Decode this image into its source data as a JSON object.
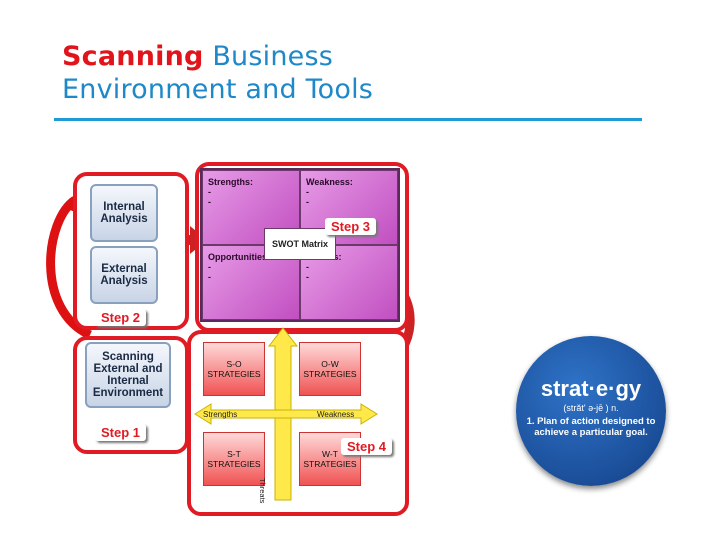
{
  "title": {
    "line1_red": "Scanning",
    "line1_blue": "Business",
    "line2": "Environment and Tools"
  },
  "diagram": {
    "internal_analysis": "Internal Analysis",
    "external_analysis": "External Analysis",
    "scanning": "Scanning External and Internal Environment",
    "step1": "Step 1",
    "step2": "Step 2",
    "step3": "Step 3",
    "step4": "Step 4",
    "swot": {
      "strengths": "Strengths:",
      "weakness": "Weakness:",
      "opportunities": "Opportunities:",
      "threats": "Threats:",
      "dash": "-",
      "center": "SWOT Matrix"
    },
    "strategies": {
      "so": "S-O STRATEGIES",
      "ow": "O-W STRATEGIES",
      "st": "S-T STRATEGIES",
      "wt": "W-T STRATEGIES",
      "strengths_axis": "Strengths",
      "weakness_axis": "Weakness",
      "threats_axis": "Threats"
    }
  },
  "badge": {
    "word": "strat·e·gy",
    "pron": "(străt' ə-jē ) n.",
    "definition": "1. Plan of action designed to achieve a particular goal."
  }
}
